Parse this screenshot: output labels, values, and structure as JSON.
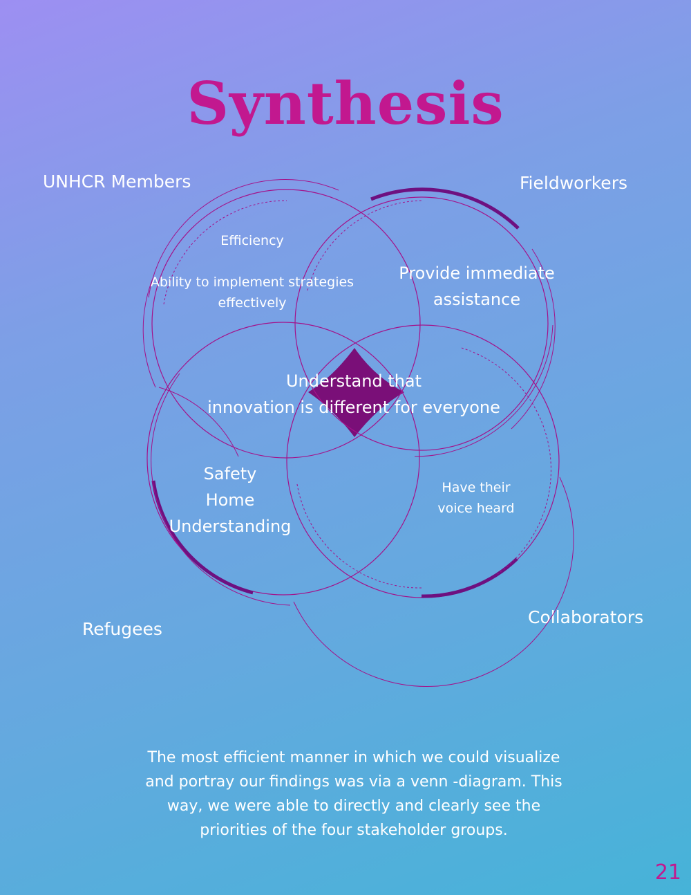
{
  "title": "Synthesis",
  "colors": {
    "accent": "#c2188f",
    "circle_stroke": "#a3128a",
    "center_fill": "#7a0f78",
    "arc_highlight": "#6e1080",
    "text": "#ffffff"
  },
  "groups": {
    "top_left": "UNHCR Members",
    "top_right": "Fieldworkers",
    "bottom_left": "Refugees",
    "bottom_right": "Collaborators"
  },
  "regions": {
    "unhcr_line1": "Efficiency",
    "unhcr_line2": "Ability to implement strategies",
    "unhcr_line3": "effectively",
    "field_line1": "Provide immediate",
    "field_line2": "assistance",
    "center_line1": "Understand that",
    "center_line2": "innovation is different for everyone",
    "refugee_line1": "Safety",
    "refugee_line2": "Home",
    "refugee_line3": "Understanding",
    "collab_line1": "Have their",
    "collab_line2": "voice heard"
  },
  "description": "The most efficient manner in which we could visualize and portray our findings was via a venn -diagram. This way, we were able to directly and clearly see the priorities of the four stakeholder groups.",
  "page_number": "21"
}
